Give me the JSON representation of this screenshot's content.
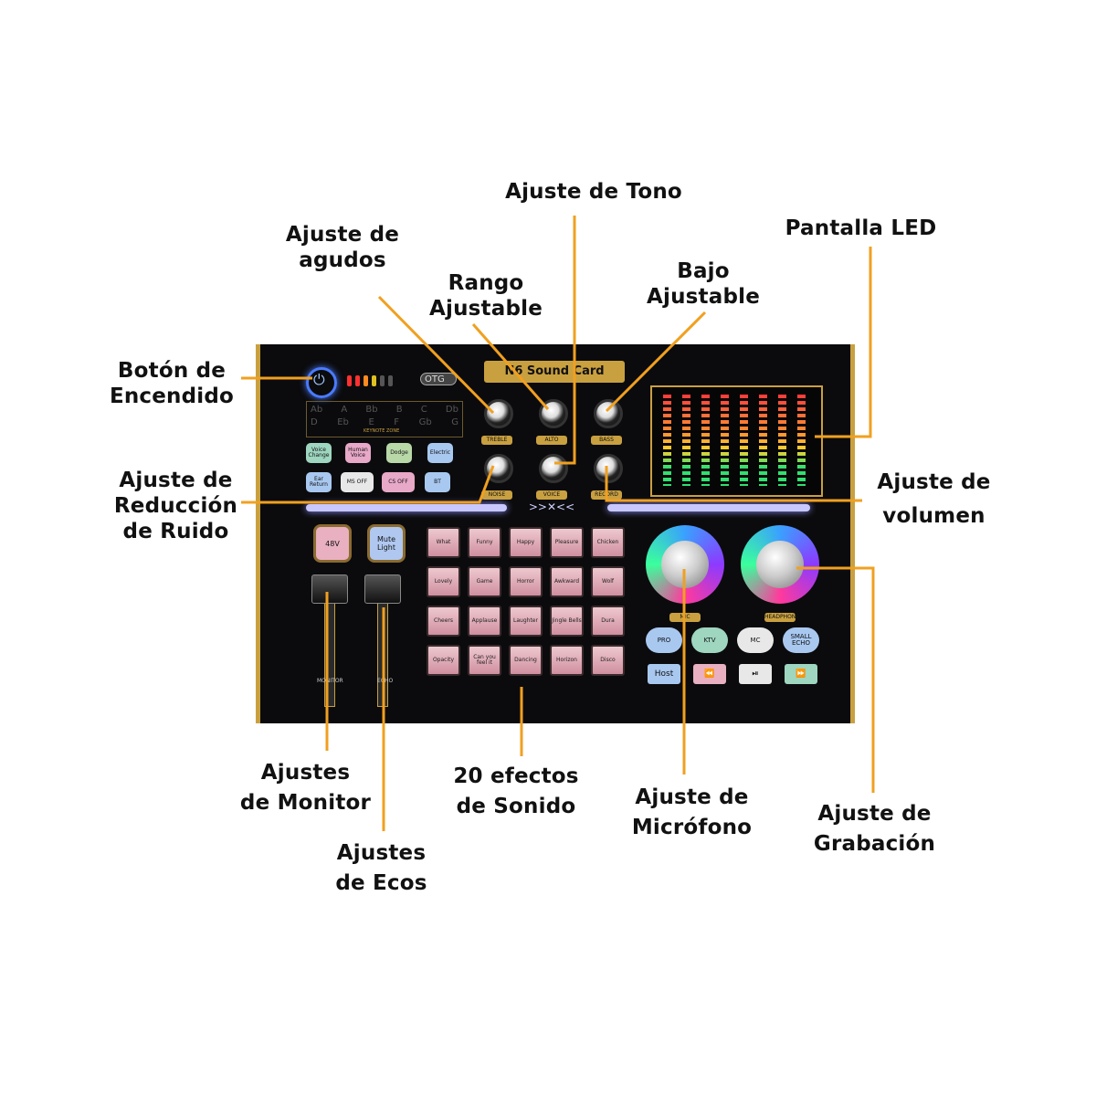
{
  "callouts": {
    "power": [
      "Botón de",
      "Encendido"
    ],
    "treble": [
      "Ajuste de",
      "agudos"
    ],
    "range": [
      "Rango",
      "Ajustable"
    ],
    "tone": [
      "Ajuste de Tono"
    ],
    "bass": [
      "Bajo",
      "Ajustable"
    ],
    "led": [
      "Pantalla LED"
    ],
    "noise": [
      "Ajuste de",
      "Reducción",
      "de Ruido"
    ],
    "volume": [
      "Ajuste de",
      "volumen"
    ],
    "monitor": [
      "Ajustes",
      "de Monitor"
    ],
    "echo": [
      "Ajustes",
      "de Ecos"
    ],
    "effects": [
      "20 efectos",
      "de Sonido"
    ],
    "mic": [
      "Ajuste de",
      "Micrófono"
    ],
    "record": [
      "Ajuste de",
      "Grabación"
    ]
  },
  "device": {
    "title": "N6 Sound Card",
    "otg": "OTG",
    "keynote_zone": "KEYNOTE ZONE",
    "keys_row1": [
      "Ab",
      "A",
      "Bb",
      "B",
      "C",
      "Db"
    ],
    "keys_row2": [
      "D",
      "Eb",
      "E",
      "F",
      "Gb",
      "G"
    ],
    "knob_labels": [
      "TREBLE",
      "ALTO",
      "BASS",
      "NOISE REDUCE",
      "VOICE CHANGE",
      "RECORD"
    ],
    "mode_buttons": [
      "Voice Change",
      "Human Voice",
      "Dodge",
      "Electric"
    ],
    "toggle_buttons": [
      "Ear Return",
      "MS OFF",
      "CS OFF",
      "BT"
    ],
    "left_buttons": [
      "48V",
      "Mute Light"
    ],
    "fader_labels": [
      "MONITOR",
      "ECHO"
    ],
    "pads": [
      [
        "What",
        "Funny",
        "Happy",
        "Pleasure",
        "Chicken"
      ],
      [
        "Lovely",
        "Game",
        "Horror",
        "Awkward",
        "Wolf"
      ],
      [
        "Cheers",
        "Applause",
        "Laughter",
        "Jingle Bells",
        "Dura"
      ],
      [
        "Opacity",
        "Can you feel it",
        "Dancing",
        "Horizon",
        "Disco"
      ]
    ],
    "big_knob_labels": [
      "MIC",
      "HEADPHONE"
    ],
    "mode_round_buttons": [
      "PRO",
      "KTV",
      "MC",
      "SMALL ECHO"
    ],
    "bottom_buttons": [
      "Host",
      "⏪",
      "⏯",
      "⏩"
    ]
  },
  "colors": {
    "leader": "#f0a020",
    "gold": "#c9a040",
    "body": "#0b0b0d"
  }
}
